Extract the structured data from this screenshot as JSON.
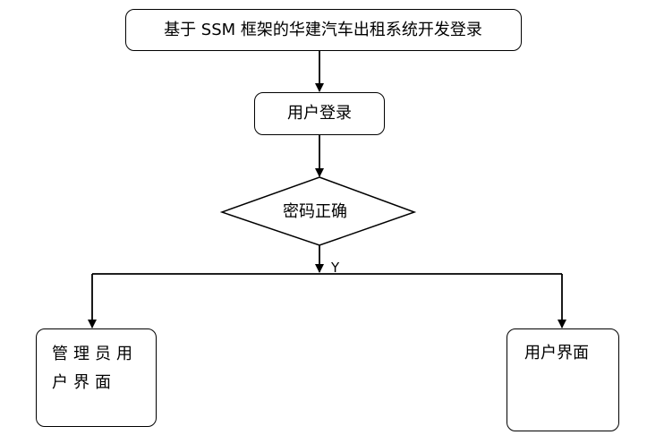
{
  "diagram": {
    "nodes": {
      "start": {
        "text": "基于 SSM 框架的华建汽车出租系统开发登录"
      },
      "login": {
        "text": "用户登录"
      },
      "check": {
        "text": "密码正确"
      },
      "admin": {
        "text": "管理员用户界面"
      },
      "user": {
        "text": "用户界面"
      }
    },
    "edges": {
      "yes_label": "Y"
    },
    "colors": {
      "stroke": "#000000",
      "fill": "#ffffff"
    }
  }
}
